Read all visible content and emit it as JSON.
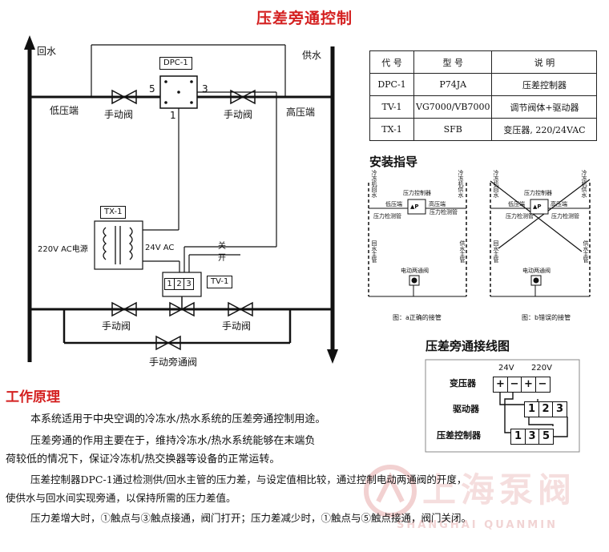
{
  "title": "压差旁通控制",
  "main": {
    "return_water": "回水",
    "supply_water": "供水",
    "low_side": "低压端",
    "high_side": "高压端",
    "manual_valve": "手动阀",
    "manual_bypass_valve": "手动旁通阀",
    "dpc_label": "DPC-1",
    "dpc_port_5": "5",
    "dpc_port_3": "3",
    "dpc_port_1": "1",
    "tx_label": "TX-1",
    "ac220": "220V AC电源",
    "ac24": "24V AC",
    "tv_label": "TV-1",
    "tv_terms": [
      "1",
      "2",
      "3"
    ],
    "close": "关",
    "open": "开"
  },
  "table": {
    "headers": [
      "代 号",
      "型   号",
      "说   明"
    ],
    "rows": [
      [
        "DPC-1",
        "P74JA",
        "压差控制器"
      ],
      [
        "TV-1",
        "VG7000/VB7000",
        "调节阀体+驱动器"
      ],
      [
        "TX-1",
        "SFB",
        "变压器, 220/24VAC"
      ]
    ]
  },
  "install": {
    "heading": "安装指导",
    "chiller_return": "冷冻机回水",
    "chiller_supply": "冷冻机供水",
    "pressure_controller": "压力控制器",
    "low_side": "低压端",
    "high_side": "高压端",
    "sensor_tube": "压力检测管",
    "return_main": "回水主管",
    "supply_main": "供水主管",
    "two_way_valve": "电动两通阀",
    "p_symbol": "▲P",
    "caption_a": "图：a正确的接管",
    "caption_b": "图：b错误的接管"
  },
  "wiring": {
    "heading": "压差旁通接线图",
    "v24": "24V",
    "v220": "220V",
    "transformer": "变压器",
    "actuator": "驱动器",
    "controller": "压差控制器",
    "tx_terms": [
      "+",
      "−",
      "+",
      "−"
    ],
    "act_terms": [
      "1",
      "2",
      "3"
    ],
    "ctrl_terms": [
      "1",
      "3",
      "5"
    ]
  },
  "principle": {
    "heading": "工作原理",
    "lines": [
      "本系统适用于中央空调的冷冻水/热水系统的压差旁通控制用途。",
      "压差旁通的作用主要在于，维持冷冻水/热水系统能够在末端负",
      "荷较低的情况下，保证冷冻机/热交换器等设备的正常运转。",
      "压差控制器DPC-1通过检测供/回水主管的压力差，与设定值相比较，通过控制电动两通阀的开度，",
      "使供水与回水间实现旁通，以保持所需的压力差值。",
      "压力差增大时，①触点与③触点接通，阀门打开；压力差减少时，①触点与⑤触点接通，阀门关闭。"
    ]
  },
  "watermark": {
    "cn": "上海泵阀",
    "en": "SHANGHAI QUANMIN"
  }
}
